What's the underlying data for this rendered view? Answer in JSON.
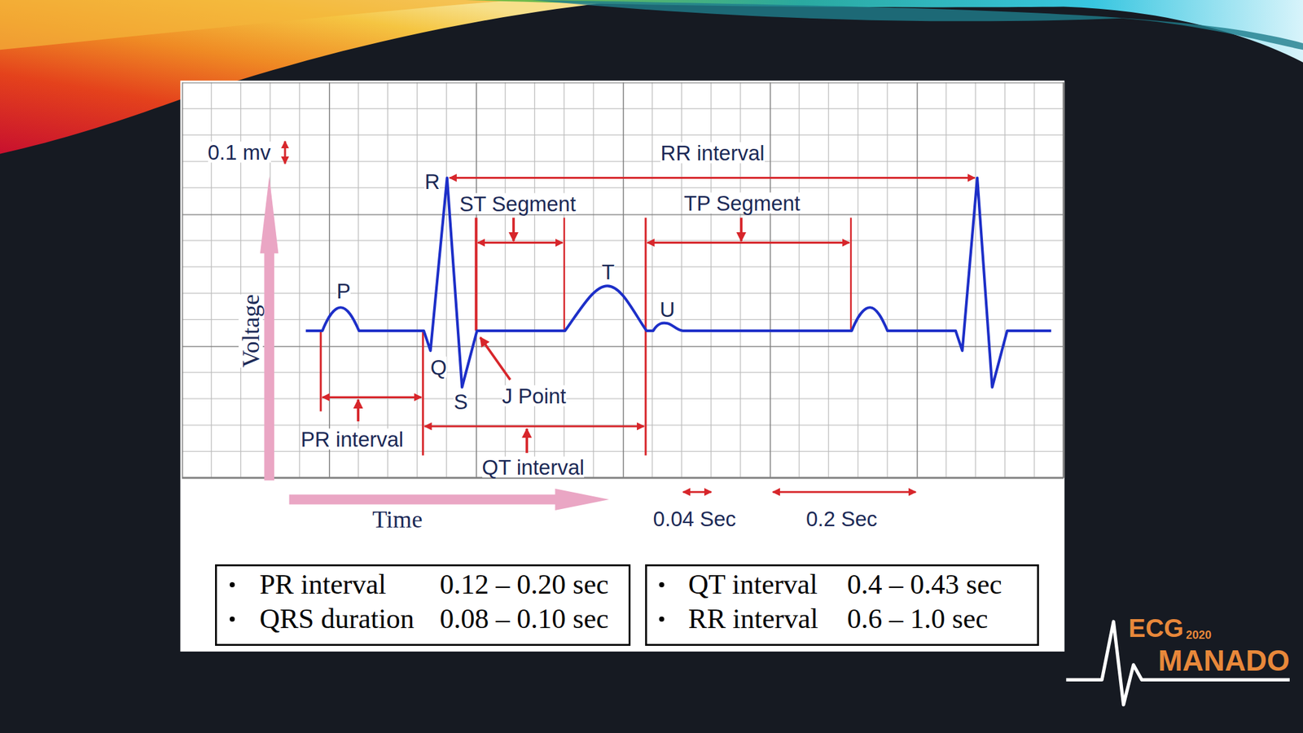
{
  "diagram": {
    "nodes": [
      {
        "text": [
          "PR interval",
          "0.12 – 0.20 sec",
          "QRS duration",
          "0.08 – 0.10 sec"
        ]
      },
      {
        "text": [
          "QT interval",
          "0.4 – 0.43 sec",
          "RR interval",
          "0.6 – 1.0 sec"
        ]
      }
    ],
    "labels": [
      "0.1 mv",
      "RR interval",
      "R",
      "ST Segment",
      "TP Segment",
      "P",
      "T",
      "U",
      "Voltage",
      "Q",
      "S",
      "J Point",
      "PR interval",
      "QT interval",
      "Time",
      "0.04 Sec",
      "0.2 Sec",
      "ECG",
      "2020",
      "MANADO"
    ]
  }
}
